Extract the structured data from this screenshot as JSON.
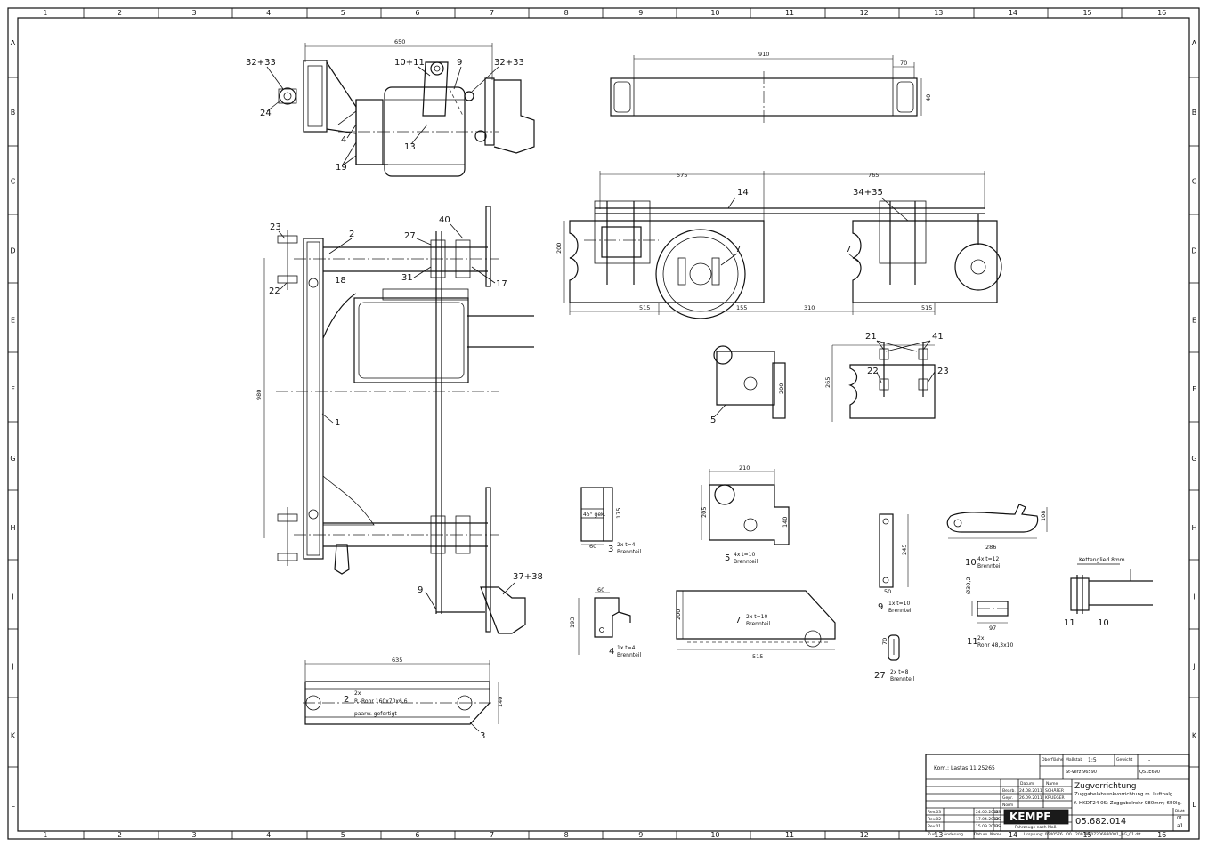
{
  "frame": {
    "col_labels": [
      "1",
      "2",
      "3",
      "4",
      "5",
      "6",
      "7",
      "8",
      "9",
      "10",
      "11",
      "12",
      "13",
      "14",
      "15",
      "16"
    ],
    "row_labels": [
      "A",
      "B",
      "C",
      "D",
      "E",
      "F",
      "G",
      "H",
      "I",
      "J",
      "K",
      "L"
    ]
  },
  "callouts": {
    "c32_33_left": "32+33",
    "c24": "24",
    "c10_11": "10+11",
    "c9_top": "9",
    "c32_33_right": "32+33",
    "c4_top": "4",
    "c19": "19",
    "c13": "13",
    "c14": "14",
    "c34_35": "34+35",
    "c7_a": "7",
    "c7_b": "7",
    "c23_plan": "23",
    "c2_plan": "2",
    "c27": "27",
    "c40": "40",
    "c22_plan": "22",
    "c18": "18",
    "c31": "31",
    "c17": "17",
    "c1": "1",
    "c9_plan": "9",
    "c37_38": "37+38",
    "c5_view": "5",
    "c21": "21",
    "c41": "41",
    "c22_det": "22",
    "c23_det": "23",
    "c3_det": "3",
    "c11_det": "11",
    "c10_det": "10"
  },
  "dims": {
    "d650": "650",
    "d910": "910",
    "d70": "70",
    "d40": "40",
    "d575": "575",
    "d765": "765",
    "d200_side": "200",
    "d515a": "515",
    "d155": "155",
    "d310": "310",
    "d515b": "515",
    "d980": "980",
    "d200_5": "200",
    "d265": "265",
    "d175": "175",
    "d60": "60",
    "d210": "210",
    "d205": "205",
    "d140": "140",
    "d245": "245",
    "d50": "50",
    "d108": "108",
    "d286": "286",
    "d193": "193",
    "d200_7": "200",
    "d515_7": "515",
    "d70_27": "70",
    "d430": "Ø30,2",
    "d97": "97",
    "d635": "635",
    "d140_2": "140"
  },
  "parts": {
    "p3": {
      "num": "3",
      "qty": "2x  t=4",
      "desc": "Brennteil",
      "note": "45° gek."
    },
    "p5": {
      "num": "5",
      "qty": "4x  t=10",
      "desc": "Brennteil"
    },
    "p10": {
      "num": "10",
      "qty": "4x  t=12",
      "desc": "Brennteil"
    },
    "p9": {
      "num": "9",
      "qty": "1x  t=10",
      "desc": "Brennteil"
    },
    "p4": {
      "num": "4",
      "qty": "1x  t=4",
      "desc": "Brennteil"
    },
    "p7": {
      "num": "7",
      "qty": "2x  t=10",
      "desc": "Brennteil"
    },
    "p27": {
      "num": "27",
      "qty": "2x  t=8",
      "desc": "Brennteil"
    },
    "p11": {
      "num": "11",
      "qty": "2x",
      "desc": "Rohr 48,3x10"
    },
    "p2": {
      "num": "2",
      "qty": "2x",
      "desc": "R.-Rohr 160x70x6,6",
      "note": "paarw. gefertigt"
    },
    "chain": "Kettenglied 8mm"
  },
  "title_block": {
    "kom_label": "Kom.: Lastas  11 25265",
    "oberflaeche": "Oberfläche",
    "massstab_label": "Maßstab",
    "massstab": "1:5",
    "gewicht_label": "Gewicht",
    "gewicht": "-",
    "material": "St-Verz 96590",
    "werkstoff": "QS1E690",
    "datum_label": "Datum",
    "name_label": "Name",
    "bearb": "Bearb.",
    "bearb_date": "24.08.2011",
    "bearb_name": "SCHÄFER",
    "gepr": "Gepr.",
    "gepr_date": "26.09.2011",
    "gepr_name": "KRUEGER",
    "norm": "Norm",
    "title": "Zugvorrichtung",
    "subtitle1": "Zuggabelabsenkvorrichtung m. Luftbalg",
    "subtitle2": "f. HKDT24 0S; Zuggabelrohr 980mm; 650lg.",
    "company": "KEMPF",
    "company_sub": "Fahrzeuge nach Maß",
    "drawing_no": "05.682.014",
    "blatt_label": "Blatt",
    "blatt": "01",
    "blaetter": "a1",
    "rev3": "Rev.03",
    "rev2": "Rev.02",
    "rev1": "Rev.01",
    "rev3_date": "24.05.2012",
    "rev2_date": "17.04.2012",
    "rev1_date": "15.09.2011",
    "rev3_by": "BS",
    "rev2_by": "BS",
    "rev1_by": "BS",
    "zust": "Zust.",
    "aenderung": "Änderung",
    "datum2": "Datum",
    "name2": "Name",
    "ursprung": "Ursprung: 0540576...00",
    "file": "20078A07206980001_NG_01.dft"
  }
}
